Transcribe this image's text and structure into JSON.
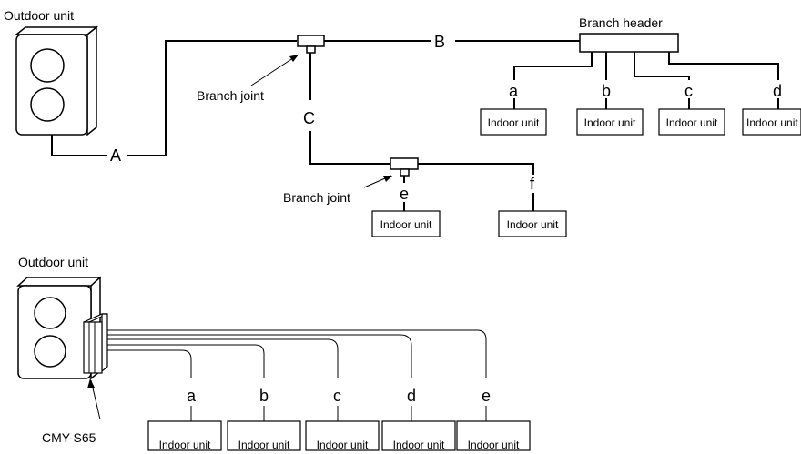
{
  "top": {
    "outdoor_label": "Outdoor unit",
    "branch_header_label": "Branch header",
    "branch_joint_label_1": "Branch joint",
    "branch_joint_label_2": "Branch joint",
    "pipe_labels": {
      "a_main": "A",
      "b_main": "B",
      "c_main": "C"
    },
    "port_labels": [
      "a",
      "b",
      "c",
      "d",
      "e",
      "f"
    ],
    "indoor_units": [
      "Indoor unit",
      "Indoor unit",
      "Indoor unit",
      "Indoor unit",
      "Indoor unit",
      "Indoor unit"
    ]
  },
  "bottom": {
    "outdoor_label": "Outdoor unit",
    "adapter_label": "CMY-S65",
    "port_labels": [
      "a",
      "b",
      "c",
      "d",
      "e"
    ],
    "indoor_units": [
      "Indoor unit",
      "Indoor unit",
      "Indoor unit",
      "Indoor unit",
      "Indoor unit"
    ]
  }
}
